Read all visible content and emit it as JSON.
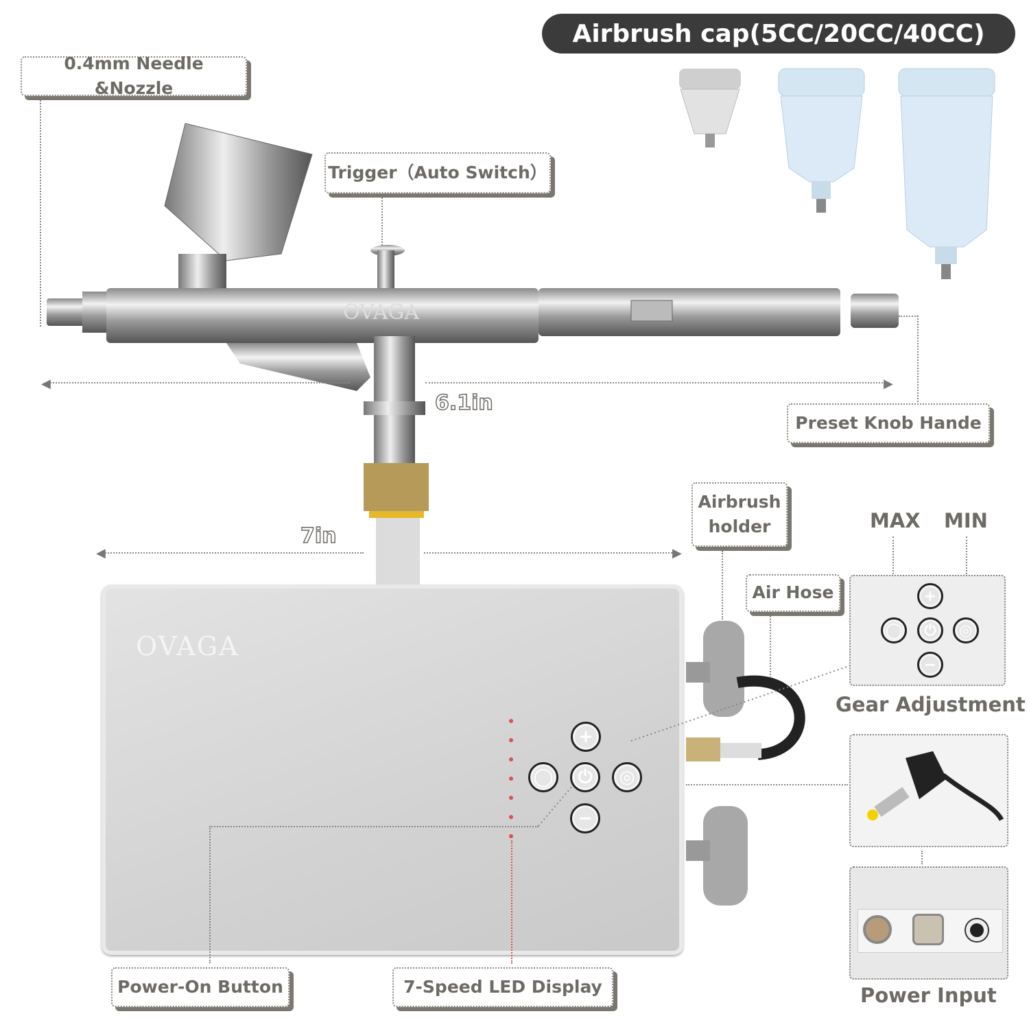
{
  "header": {
    "title": "Airbrush cap(5CC/20CC/40CC)"
  },
  "labels": {
    "needle": "0.4mm Needle &Nozzle",
    "trigger": "Trigger（Auto Switch）",
    "preset_knob": "Preset Knob Hande",
    "holder_line1": "Airbrush",
    "holder_line2": "holder",
    "air_hose": "Air Hose",
    "max": "MAX",
    "min": "MIN",
    "gear": "Gear Adjustment",
    "power_input": "Power Input",
    "power_on": "Power-On Button",
    "led_display": "7-Speed LED Display"
  },
  "dimensions": {
    "airbrush_length": "6.1in",
    "compressor_width": "7in"
  },
  "product": {
    "brand": "OVAGA",
    "led_count": 7
  },
  "controls": {
    "plus": "+",
    "minus": "−",
    "power": "⏻",
    "max": "◯",
    "min": "◎"
  }
}
